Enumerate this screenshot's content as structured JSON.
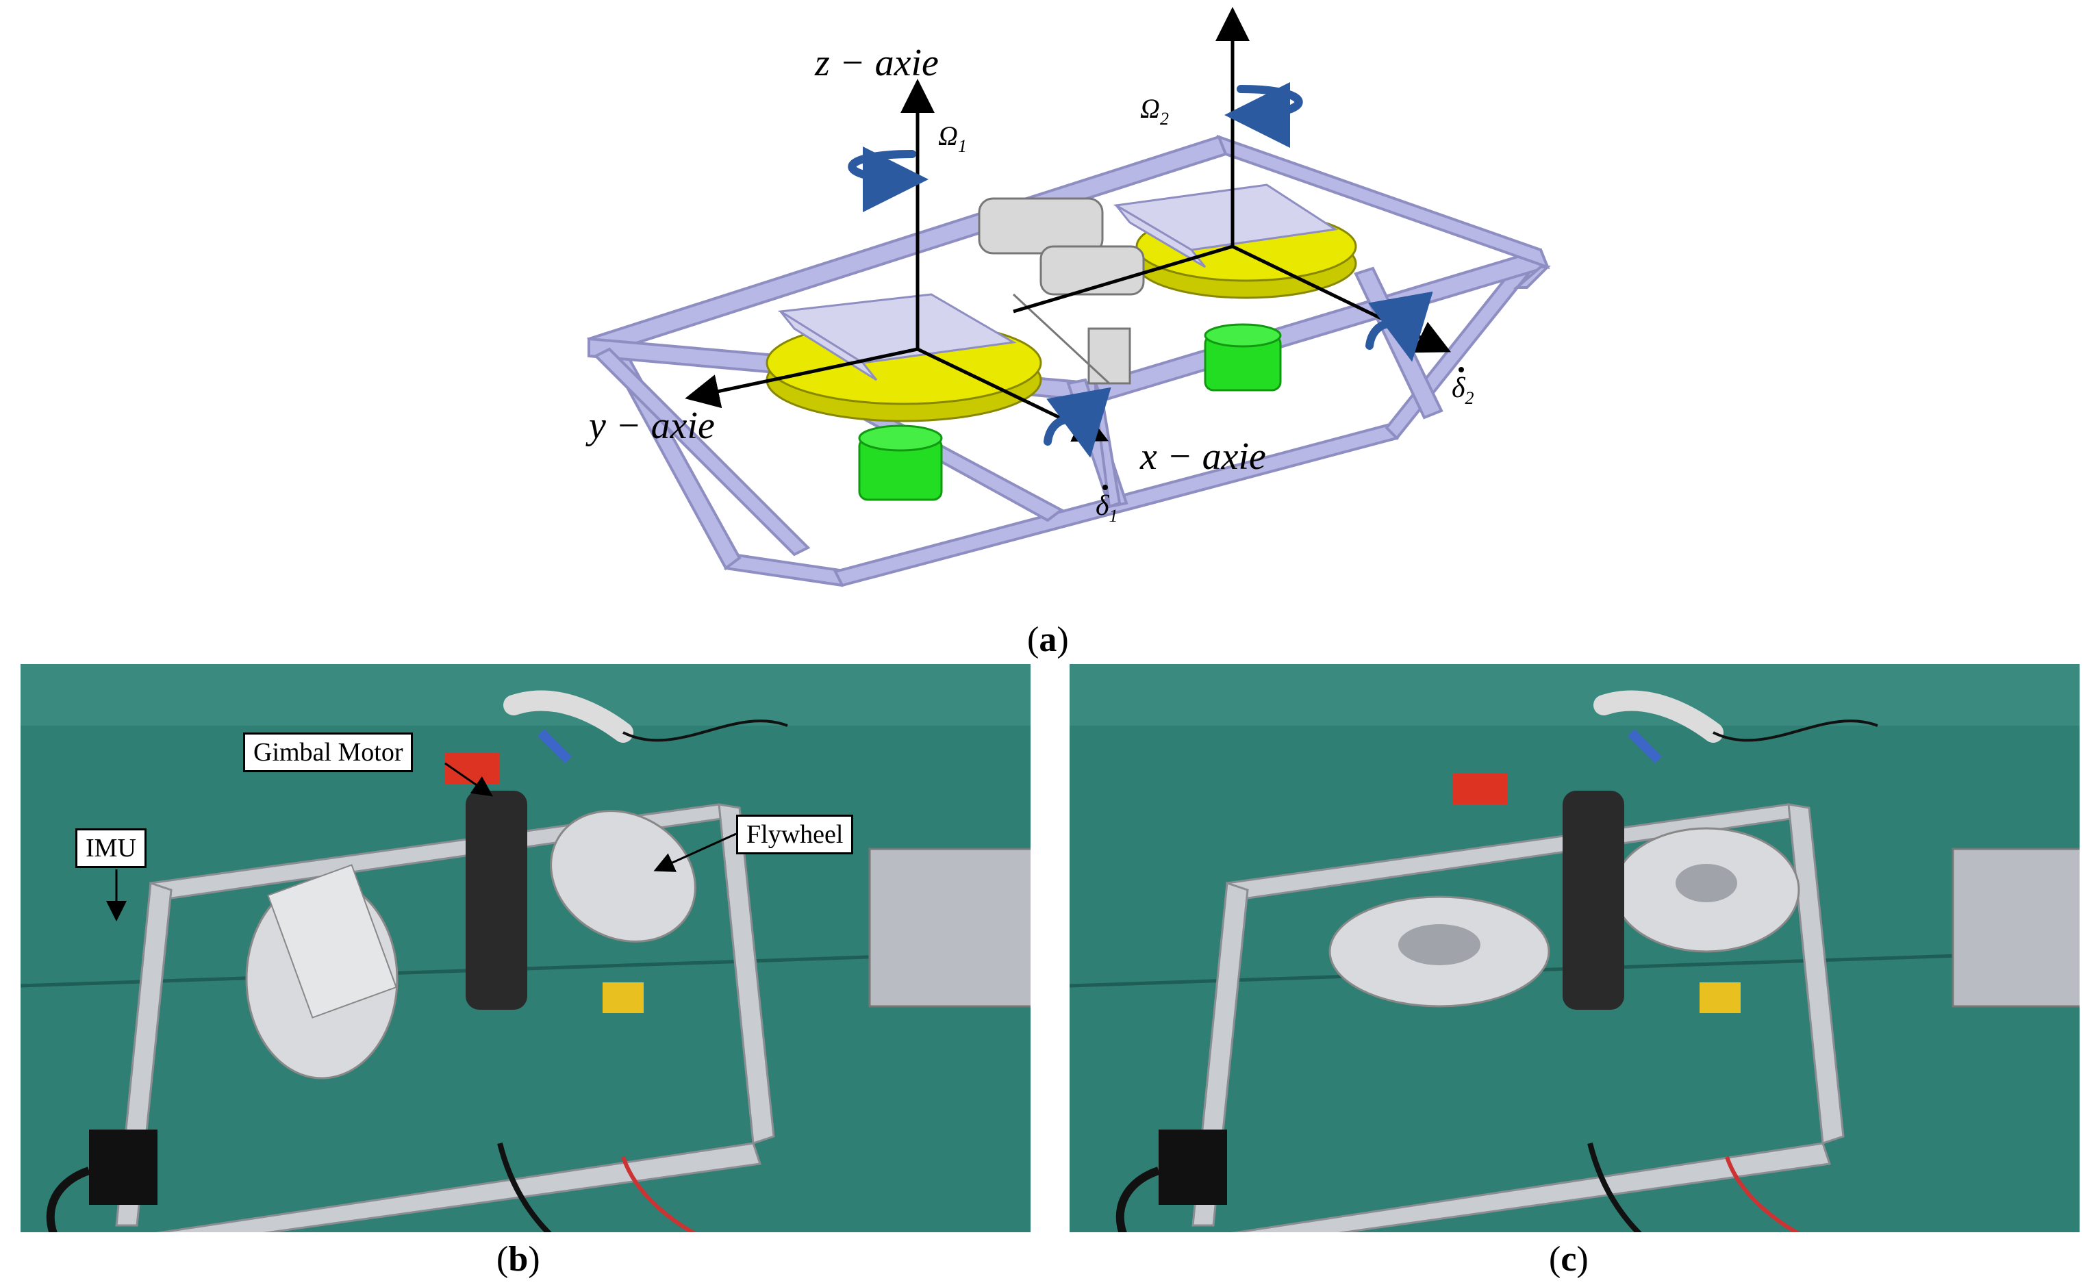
{
  "figure_a": {
    "axes": {
      "z": "z − axie",
      "y": "y − axie",
      "x": "x − axie"
    },
    "symbols": {
      "omega1": "Ω",
      "omega1_sub": "1",
      "omega2": "Ω",
      "omega2_sub": "2",
      "delta1": "δ",
      "delta1_sub": "1",
      "delta2": "δ",
      "delta2_sub": "2"
    },
    "colors": {
      "frame": "#b8b8e6",
      "frame_edge": "#8e8ec2",
      "flywheel": "#e8e800",
      "motor": "#22dd22",
      "rotation_arrow": "#2b5aa0"
    },
    "caption_open": "(",
    "caption_letter": "a",
    "caption_close": ")"
  },
  "figure_b": {
    "labels": {
      "gimbal_motor": "Gimbal Motor",
      "imu": "IMU",
      "flywheel": "Flywheel"
    },
    "caption_open": "(",
    "caption_letter": "b",
    "caption_close": ")"
  },
  "figure_c": {
    "caption_open": "(",
    "caption_letter": "c",
    "caption_close": ")"
  },
  "colors": {
    "table": "#2f7f74",
    "aluminum": "#c9ccd1"
  }
}
